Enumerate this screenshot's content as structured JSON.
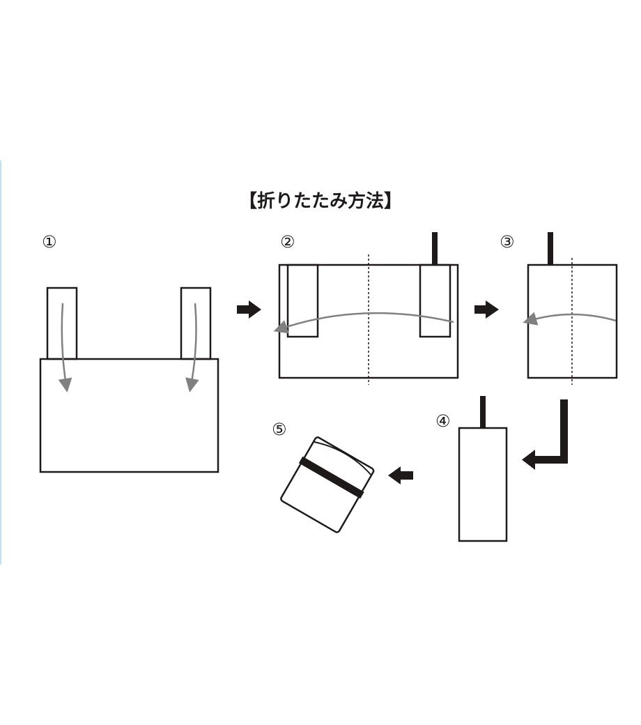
{
  "title": "【折りたたみ方法】",
  "steps": [
    {
      "number": "①"
    },
    {
      "number": "②"
    },
    {
      "number": "③"
    },
    {
      "number": "④"
    },
    {
      "number": "⑤"
    }
  ],
  "colors": {
    "line": "#1e1a1a",
    "fold_arrow": "#808080",
    "side_accent": "#bfe3f5"
  }
}
